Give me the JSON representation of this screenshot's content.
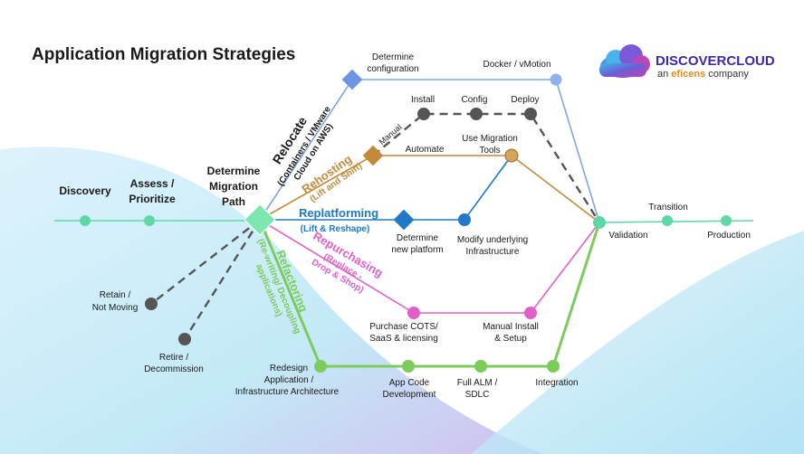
{
  "title": "Application Migration Strategies",
  "logo": {
    "brand": "DISCOVERCLOUD",
    "tagline_pre": "an ",
    "tagline_brand": "eficens",
    "tagline_post": " company",
    "brand_color": "#3d2aa8",
    "accent_color": "#e88a1a"
  },
  "colors": {
    "relocate": "#7fa6e6",
    "rehost": "#c48a3a",
    "replatform": "#1f78c8",
    "repurchase": "#e060c8",
    "refactor": "#7ccc5c",
    "main": "#5fd8a8",
    "retain": "#555555"
  },
  "main_path": {
    "discovery": "Discovery",
    "assess": [
      "Assess /",
      "Prioritize"
    ],
    "determine": [
      "Determine",
      "Migration",
      "Path"
    ],
    "validation": "Validation",
    "transition": "Transition",
    "production": "Production"
  },
  "relocate": {
    "name": "Relocate",
    "sub": [
      "(Containers / VMware",
      "Cloud on AWS)"
    ],
    "config": [
      "Determine",
      "configuration"
    ],
    "docker": "Docker / vMotion"
  },
  "rehost": {
    "name": "Rehosting",
    "sub": "(Lift and Shift)",
    "manual": "Manual",
    "install": "Install",
    "config": "Config",
    "deploy": "Deploy",
    "automate": "Automate",
    "tools": [
      "Use Migration",
      "Tools"
    ]
  },
  "replatform": {
    "name": "Replatforming",
    "sub": "(Lift & Reshape)",
    "platform": [
      "Determine",
      "new platform"
    ],
    "modify": [
      "Modify underlying",
      "Infrastructure"
    ]
  },
  "repurchase": {
    "name": "Repurchasing",
    "sub": [
      "(Replace -",
      "Drop & Shop)"
    ],
    "cots": [
      "Purchase COTS/",
      "SaaS & licensing"
    ],
    "manual": [
      "Manual Install",
      "& Setup"
    ]
  },
  "refactor": {
    "name": "Refactoring",
    "sub": [
      "(Re-writing/ Decoupling",
      "applications)"
    ],
    "redesign": [
      "Redesign",
      "Application /",
      "Infrastructure Architecture"
    ],
    "appcode": [
      "App Code",
      "Development"
    ],
    "alm": [
      "Full ALM /",
      "SDLC"
    ],
    "integration": "Integration"
  },
  "retain": [
    "Retain /",
    "Not Moving"
  ],
  "retire": [
    "Retire /",
    "Decommission"
  ]
}
